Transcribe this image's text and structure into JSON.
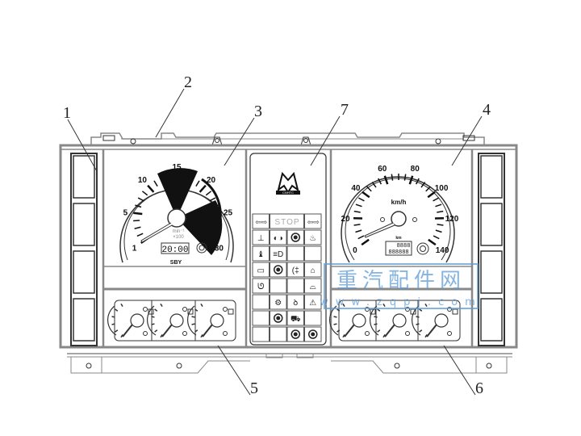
{
  "callouts": [
    {
      "id": "1",
      "label": "1",
      "part": "left-indicator-strip"
    },
    {
      "id": "2",
      "label": "2",
      "part": "mounting-bracket"
    },
    {
      "id": "3",
      "label": "3",
      "part": "tachometer"
    },
    {
      "id": "4",
      "label": "4",
      "part": "speedometer"
    },
    {
      "id": "5",
      "label": "5",
      "part": "left-auxiliary-gauges"
    },
    {
      "id": "6",
      "label": "6",
      "part": "right-auxiliary-gauges"
    },
    {
      "id": "7",
      "label": "7",
      "part": "warning-light-panel"
    }
  ],
  "tachometer": {
    "ticks": [
      "1",
      "5",
      "10",
      "15",
      "20",
      "25",
      "30"
    ],
    "unit_line1": "min⁻¹",
    "unit_line2": "×100",
    "display": "20:00",
    "brand": "SBY"
  },
  "speedometer": {
    "ticks": [
      "0",
      "20",
      "40",
      "60",
      "80",
      "100",
      "120",
      "140"
    ],
    "unit": "km/h",
    "odo_label": "km",
    "trip_display": "8888",
    "odo_display": "888888"
  },
  "warning_panel": {
    "logo": "CNHTC",
    "stop_label": "STOP",
    "rows": [
      [
        "turn-left-icon",
        "stop",
        "turn-right-trailer-icon"
      ],
      [
        "coolant-level-icon",
        "brake-pad-icon",
        "parking-brake-icon",
        "oil-pressure-icon"
      ],
      [
        "seat-belt-icon",
        "headlight-icon",
        "empty",
        "empty"
      ],
      [
        "battery-icon",
        "steering-icon",
        "rear-fog-icon",
        "cab-tilt-icon"
      ],
      [
        "preheat-icon",
        "empty",
        "empty",
        "air-filter-icon"
      ],
      [
        "empty",
        "differential-lock-icon",
        "fuel-water-icon",
        "trailer-hitch-icon"
      ],
      [
        "empty",
        "brake-warning-icon",
        "axle-lock-icon",
        "empty"
      ],
      [
        "empty",
        "empty",
        "abs-icon",
        "abs-trailer-icon"
      ]
    ]
  },
  "watermark": {
    "title": "重汽配件网",
    "url": "www.zqpj.com",
    "color": "#5b9bd5"
  }
}
